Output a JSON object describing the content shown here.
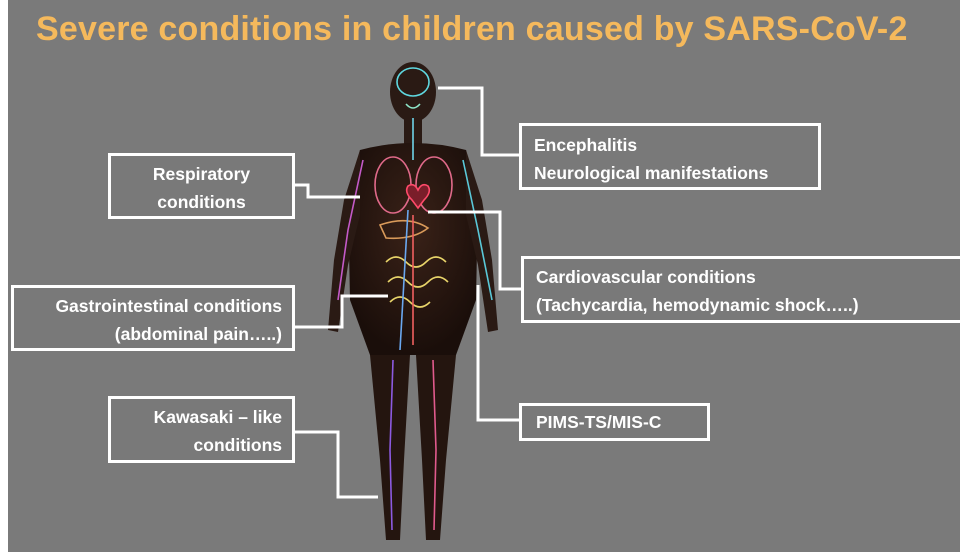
{
  "title": "Severe conditions in children caused by SARS-CoV-2",
  "labels": {
    "encephalitis": [
      "Encephalitis",
      "Neurological manifestations"
    ],
    "respiratory": [
      "Respiratory",
      "conditions"
    ],
    "cardiovascular": [
      "Cardiovascular conditions",
      "(Tachycardia, hemodynamic shock…..)"
    ],
    "gastrointestinal": [
      "Gastrointestinal conditions",
      "(abdominal pain…..)"
    ],
    "pims": [
      "PIMS-TS/MIS-C"
    ],
    "kawasaki": [
      "Kawasaki – like",
      "conditions"
    ]
  },
  "colors": {
    "background": "#7a7a7a",
    "title": "#f5b95c",
    "box_border": "#ffffff",
    "box_text": "#ffffff",
    "connector": "#ffffff"
  }
}
